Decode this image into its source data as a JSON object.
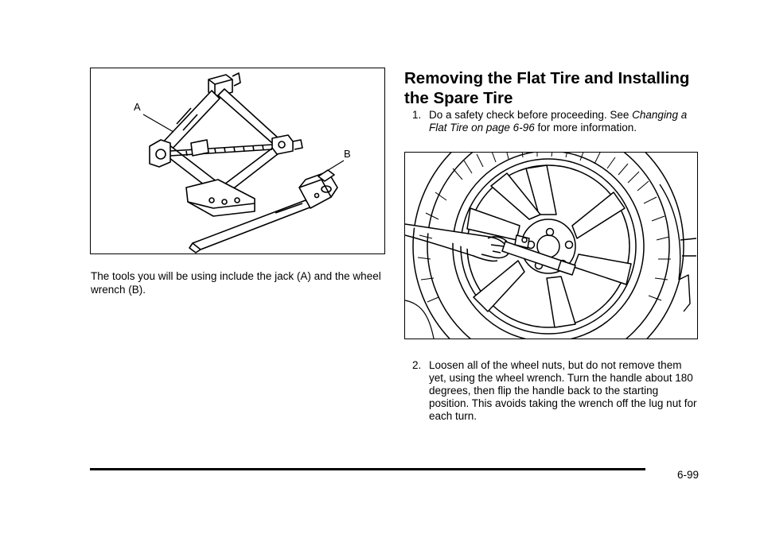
{
  "left_figure": {
    "callout_a": "A",
    "callout_b": "B"
  },
  "caption": "The tools you will be using include the jack (A) and the wheel wrench (B).",
  "heading": "Removing the Flat Tire and Installing the Spare Tire",
  "steps": [
    {
      "number": "1.",
      "text_before": "Do a safety check before proceeding. See ",
      "reference": "Changing a Flat Tire on page 6-96",
      "text_after": " for more information."
    },
    {
      "number": "2.",
      "text": "Loosen all of the wheel nuts, but do not remove them yet, using the wheel wrench. Turn the handle about 180 degrees, then flip the handle back to the starting position. This avoids taking the wrench off the lug nut for each turn."
    }
  ],
  "page_number": "6-99"
}
